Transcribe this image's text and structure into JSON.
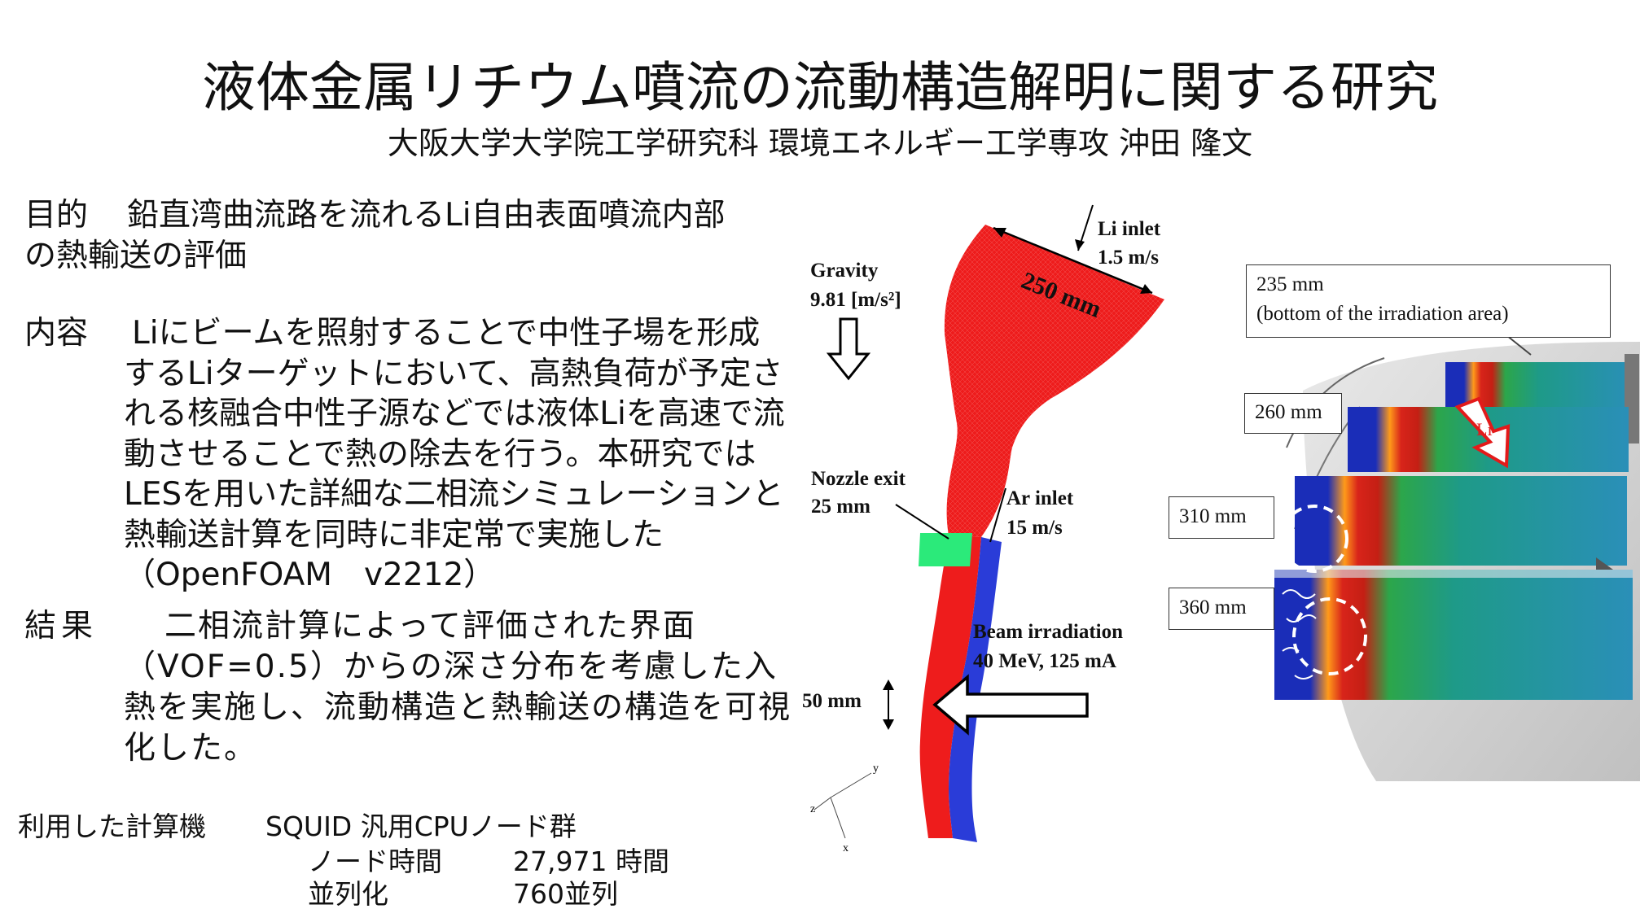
{
  "title": "液体金属リチウム噴流の流動構造解明に関する研究",
  "subtitle": "大阪大学大学院工学研究科 環境エネルギー工学専攻 沖田 隆文",
  "sections": {
    "purpose": {
      "label": "目的",
      "line1": "鉛直湾曲流路を流れるLi自由表面噴流内部",
      "line2": "の熱輸送の評価"
    },
    "content": {
      "label": "内容",
      "text": "Liにビームを照射することで中性子場を形成するLiターゲットにおいて、高熱負荷が予定される核融合中性子源などでは液体Liを高速で流動させることで熱の除去を行う。本研究ではLESを用いた詳細な二相流シミュレーションと熱輸送計算を同時に非定常で実施した（OpenFOAM　v2212）"
    },
    "result": {
      "label": "結果",
      "text": "二相流計算によって評価された界面（VOF=0.5）からの深さ分布を考慮した入熱を実施し、流動構造と熱輸送の構造を可視化した。"
    }
  },
  "computer": {
    "label": "利用した計算機",
    "name": "SQUID 汎用CPUノード群",
    "rows": [
      {
        "key": "ノード時間",
        "value": "27,971 時間"
      },
      {
        "key": "並列化",
        "value": "760並列"
      }
    ]
  },
  "figure_left": {
    "gravity_label": "Gravity",
    "gravity_value": "9.81 [m/s²]",
    "li_inlet_label": "Li inlet",
    "li_inlet_value": "1.5 m/s",
    "width_label": "250 mm",
    "nozzle_label": "Nozzle exit",
    "nozzle_value": "25 mm",
    "ar_inlet_label": "Ar inlet",
    "ar_inlet_value": "15 m/s",
    "beam_label": "Beam irradiation",
    "beam_value": "40 MeV, 125 mA",
    "beam_width_label": "50 mm",
    "axis_z": "z",
    "axis_y": "y",
    "axis_x": "x"
  },
  "figure_right": {
    "section_235_title": "235 mm",
    "section_235_note": "(bottom of the irradiation area)",
    "section_260": "260 mm",
    "section_310": "310 mm",
    "section_360": "360 mm",
    "flow_label": "Li"
  },
  "colors": {
    "fluid_red": "#ee1c1c",
    "fluid_blue": "#2a3cd8",
    "beam_green": "#2bea7a",
    "arrow_red": "#e31a1a"
  }
}
